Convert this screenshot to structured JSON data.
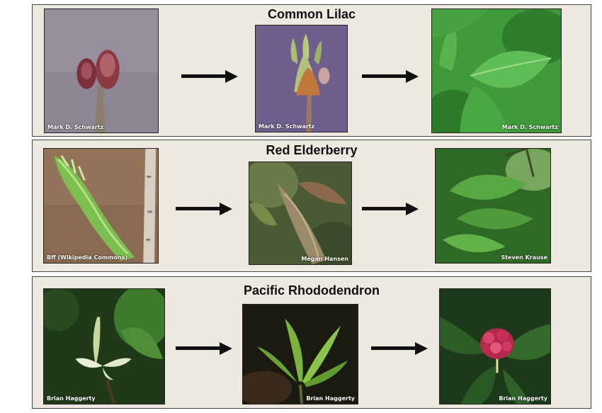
{
  "rows": [
    {
      "title": "Common Lilac",
      "credits": [
        "Mark D. Schwartz",
        "Mark D. Schwartz",
        "Mark D. Schwartz"
      ]
    },
    {
      "title": "Red Elderberry",
      "credits": [
        "Bff (Wikipedia Commons)",
        "Megan Hansen",
        "Steven Krause"
      ]
    },
    {
      "title": "Pacific Rhododendron",
      "credits": [
        "Brian Haggerty",
        "Brian Haggerty",
        "Brian Haggerty"
      ]
    }
  ],
  "colors": {
    "panel_background": "#ede9e1",
    "panel_border": "#444444",
    "arrow": "#111111",
    "leaf_green": "#3f9a3a"
  },
  "icons": [
    "right-arrow-icon"
  ]
}
